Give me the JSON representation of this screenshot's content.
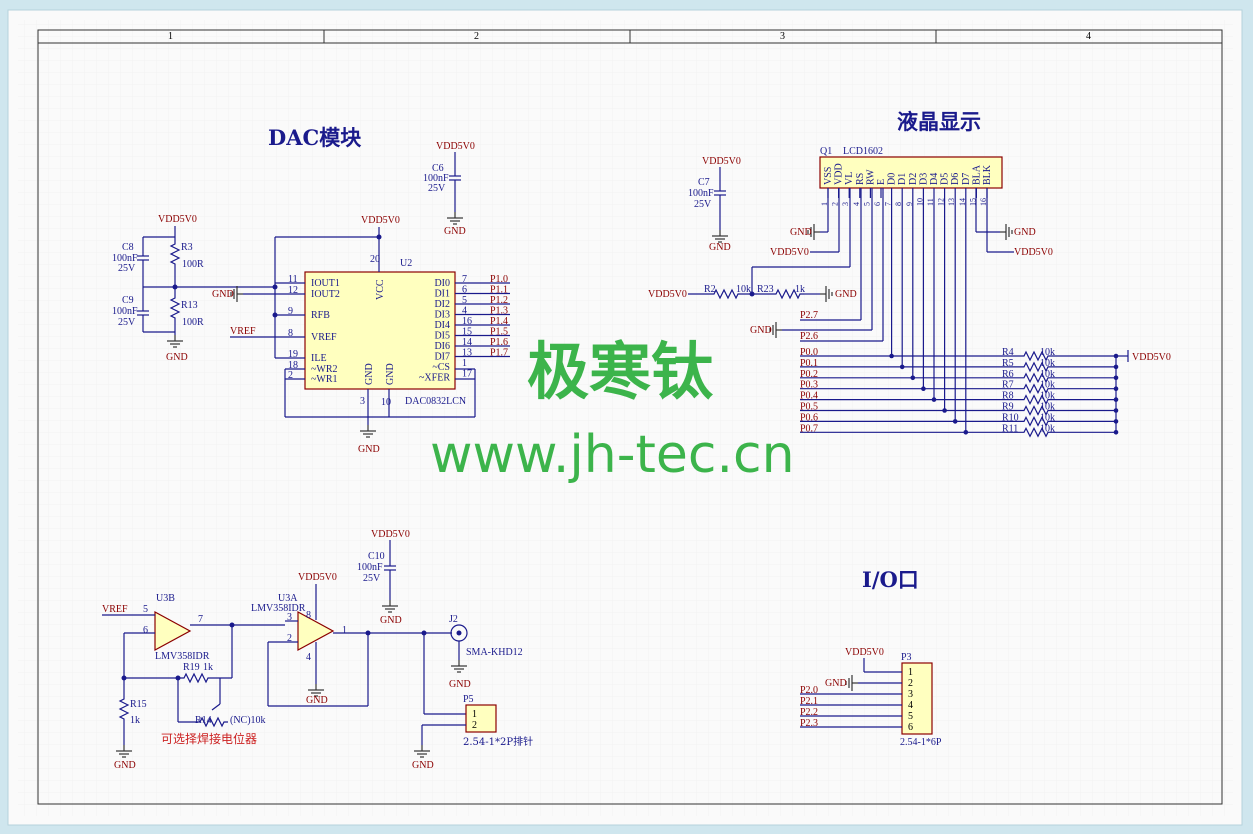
{
  "grid_refs": {
    "cols": [
      "1",
      "2",
      "3",
      "4"
    ]
  },
  "sections": {
    "dac_title": "DAC模块",
    "lcd_title": "液晶显示",
    "io_title": "I/O口"
  },
  "watermark": {
    "cn": "极寒钛",
    "url": "www.jh-tec.cn"
  },
  "nets": {
    "vdd": "VDD5V0",
    "gnd": "GND",
    "vref": "VREF"
  },
  "dac": {
    "ref": "U2",
    "part": "DAC0832LCN",
    "left_pins": [
      {
        "num": "11",
        "name": "IOUT1"
      },
      {
        "num": "12",
        "name": "IOUT2"
      },
      {
        "num": "9",
        "name": "RFB"
      },
      {
        "num": "8",
        "name": "VREF"
      },
      {
        "num": "19",
        "name": "ILE"
      },
      {
        "num": "18",
        "name": "~WR2"
      },
      {
        "num": "2",
        "name": "~WR1"
      }
    ],
    "right_pins": [
      {
        "num": "7",
        "name": "DI0",
        "net": "P1.0"
      },
      {
        "num": "6",
        "name": "DI1",
        "net": "P1.1"
      },
      {
        "num": "5",
        "name": "DI2",
        "net": "P1.2"
      },
      {
        "num": "4",
        "name": "DI3",
        "net": "P1.3"
      },
      {
        "num": "16",
        "name": "DI4",
        "net": "P1.4"
      },
      {
        "num": "15",
        "name": "DI5",
        "net": "P1.5"
      },
      {
        "num": "14",
        "name": "DI6",
        "net": "P1.6"
      },
      {
        "num": "13",
        "name": "DI7",
        "net": "P1.7"
      },
      {
        "num": "1",
        "name": "~CS",
        "net": ""
      },
      {
        "num": "17",
        "name": "~XFER",
        "net": ""
      }
    ],
    "vcc": {
      "num": "20",
      "name": "VCC"
    },
    "gnd_pins": [
      {
        "num": "3",
        "name": "GND"
      },
      {
        "num": "10",
        "name": "GND"
      }
    ]
  },
  "passives": {
    "c6": {
      "ref": "C6",
      "val": "100nF",
      "volt": "25V"
    },
    "c7": {
      "ref": "C7",
      "val": "100nF",
      "volt": "25V"
    },
    "c8": {
      "ref": "C8",
      "val": "100nF",
      "volt": "25V"
    },
    "c9": {
      "ref": "C9",
      "val": "100nF",
      "volt": "25V"
    },
    "c10": {
      "ref": "C10",
      "val": "100nF",
      "volt": "25V"
    },
    "r3": {
      "ref": "R3",
      "val": "100R"
    },
    "r13": {
      "ref": "R13",
      "val": "100R"
    },
    "r2": {
      "ref": "R2",
      "val": "10k"
    },
    "r23": {
      "ref": "R23",
      "val": "1k"
    },
    "r15": {
      "ref": "R15",
      "val": "1k"
    },
    "r19": {
      "ref": "R19",
      "val": "1k"
    },
    "r14": {
      "ref": "R14",
      "val": "(NC)10k"
    }
  },
  "lcd": {
    "ref": "Q1",
    "part": "LCD1602",
    "pins": [
      "VSS",
      "VDD",
      "VL",
      "RS",
      "RW",
      "E",
      "D0",
      "D1",
      "D2",
      "D3",
      "D4",
      "D5",
      "D6",
      "D7",
      "BLA",
      "BLK"
    ],
    "pin_nums": [
      "1",
      "2",
      "3",
      "4",
      "5",
      "6",
      "7",
      "8",
      "9",
      "10",
      "11",
      "12",
      "13",
      "14",
      "15",
      "16"
    ],
    "nets": {
      "p27": "P2.7",
      "p26": "P2.6"
    },
    "pullups": [
      {
        "net": "P0.0",
        "ref": "R4",
        "val": "10k"
      },
      {
        "net": "P0.1",
        "ref": "R5",
        "val": "10k"
      },
      {
        "net": "P0.2",
        "ref": "R6",
        "val": "10k"
      },
      {
        "net": "P0.3",
        "ref": "R7",
        "val": "10k"
      },
      {
        "net": "P0.4",
        "ref": "R8",
        "val": "10k"
      },
      {
        "net": "P0.5",
        "ref": "R9",
        "val": "10k"
      },
      {
        "net": "P0.6",
        "ref": "R10",
        "val": "10k"
      },
      {
        "net": "P0.7",
        "ref": "R11",
        "val": "10k"
      }
    ]
  },
  "opamp": {
    "u3b": {
      "ref": "U3B",
      "part": "LMV358IDR",
      "pins": [
        "5",
        "6",
        "7"
      ]
    },
    "u3a": {
      "ref": "U3A",
      "part": "LMV358IDR",
      "pins": [
        "3",
        "2",
        "1",
        "8",
        "4"
      ]
    },
    "note": "可选择焊接电位器"
  },
  "connectors": {
    "j2": {
      "ref": "J2",
      "part": "SMA-KHD12"
    },
    "p5": {
      "ref": "P5",
      "part": "2.54-1*2P排针",
      "pins": [
        "1",
        "2"
      ]
    },
    "p3": {
      "ref": "P3",
      "part": "2.54-1*6P",
      "pins": [
        "1",
        "2",
        "3",
        "4",
        "5",
        "6"
      ],
      "nets": [
        "P2.0",
        "P2.1",
        "P2.2",
        "P2.3"
      ]
    }
  }
}
